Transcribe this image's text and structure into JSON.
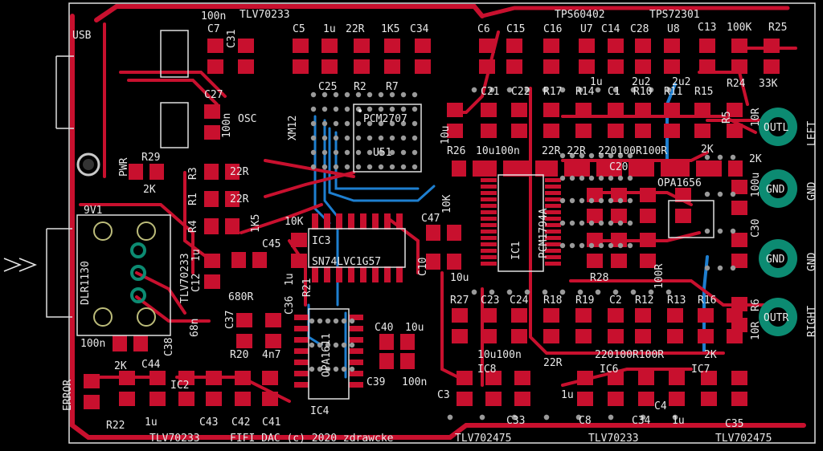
{
  "board": {
    "background": "#000000",
    "copper_top": "#c8102e",
    "copper_bottom": "#1e7fd0",
    "silkscreen": "#e8e8e8",
    "through_hole": "#0c8b72",
    "footer": "FIFI DAC (c) 2020 zdrawcke"
  },
  "labels_top": [
    {
      "id": "l-100n",
      "text": "100n"
    },
    {
      "id": "l-tlv70233-top",
      "text": "TLV70233"
    },
    {
      "id": "l-c7",
      "text": "C7"
    },
    {
      "id": "l-c31",
      "text": "C31"
    },
    {
      "id": "l-c5",
      "text": "C5"
    },
    {
      "id": "l-1u-a",
      "text": "1u"
    },
    {
      "id": "l-22r-a",
      "text": "22R"
    },
    {
      "id": "l-1k5",
      "text": "1K5"
    },
    {
      "id": "l-c34",
      "text": "C34"
    },
    {
      "id": "l-c6",
      "text": "C6"
    },
    {
      "id": "l-c15",
      "text": "C15"
    },
    {
      "id": "l-c16",
      "text": "C16"
    },
    {
      "id": "l-tps60402",
      "text": "TPS60402"
    },
    {
      "id": "l-u7",
      "text": "U7"
    },
    {
      "id": "l-c14",
      "text": "C14"
    },
    {
      "id": "l-c28",
      "text": "C28"
    },
    {
      "id": "l-u8",
      "text": "U8"
    },
    {
      "id": "l-tps72301",
      "text": "TPS72301"
    },
    {
      "id": "l-c13",
      "text": "C13"
    },
    {
      "id": "l-100k",
      "text": "100K"
    },
    {
      "id": "l-r25",
      "text": "R25"
    }
  ],
  "labels_mid": [
    {
      "id": "l-usb",
      "text": "USB"
    },
    {
      "id": "l-pwr",
      "text": "PWR"
    },
    {
      "id": "l-r29",
      "text": "R29"
    },
    {
      "id": "l-2k-a",
      "text": "2K"
    },
    {
      "id": "l-c27",
      "text": "C27"
    },
    {
      "id": "l-100n-b",
      "text": "100n"
    },
    {
      "id": "l-c25",
      "text": "C25"
    },
    {
      "id": "l-r2",
      "text": "R2"
    },
    {
      "id": "l-r7",
      "text": "R7"
    },
    {
      "id": "l-pcm2707",
      "text": "PCM2707"
    },
    {
      "id": "l-u51",
      "text": "U51"
    },
    {
      "id": "l-osc",
      "text": "OSC"
    },
    {
      "id": "l-xm12",
      "text": "XM12"
    },
    {
      "id": "l-c21",
      "text": "C21"
    },
    {
      "id": "l-c22",
      "text": "C22"
    },
    {
      "id": "l-r17",
      "text": "R17"
    },
    {
      "id": "l-r14",
      "text": "R14"
    },
    {
      "id": "l-c1",
      "text": "C1"
    },
    {
      "id": "l-r10",
      "text": "R10"
    },
    {
      "id": "l-r11",
      "text": "R11"
    },
    {
      "id": "l-r15",
      "text": "R15"
    },
    {
      "id": "l-2u2-a",
      "text": "2u2"
    },
    {
      "id": "l-2u2-b",
      "text": "2u2"
    },
    {
      "id": "l-r24",
      "text": "R24"
    },
    {
      "id": "l-33k",
      "text": "33K"
    },
    {
      "id": "l-1u-b",
      "text": "1u"
    },
    {
      "id": "l-10u-a",
      "text": "10u"
    },
    {
      "id": "l-r26",
      "text": "R26"
    },
    {
      "id": "l-10u100n",
      "text": "10u100n"
    },
    {
      "id": "l-22r22r",
      "text": "22R 22R"
    },
    {
      "id": "l-220",
      "text": "220100R100R"
    },
    {
      "id": "l-2k-b",
      "text": "2K"
    },
    {
      "id": "l-10r-a",
      "text": "10R"
    },
    {
      "id": "l-r5",
      "text": "R5"
    },
    {
      "id": "l-r3",
      "text": "R3"
    },
    {
      "id": "l-22r-b",
      "text": "22R"
    },
    {
      "id": "l-r1",
      "text": "R1"
    },
    {
      "id": "l-22r-c",
      "text": "22R"
    },
    {
      "id": "l-r4",
      "text": "R4"
    },
    {
      "id": "l-1k5-b",
      "text": "1K5"
    },
    {
      "id": "l-10k",
      "text": "10K"
    },
    {
      "id": "l-c45",
      "text": "C45"
    },
    {
      "id": "l-ic3",
      "text": "IC3"
    },
    {
      "id": "l-sn74",
      "text": "SN74LVC1G57"
    },
    {
      "id": "l-c47",
      "text": "C47"
    },
    {
      "id": "l-10k-b",
      "text": "10K"
    },
    {
      "id": "l-c10",
      "text": "C10"
    },
    {
      "id": "l-pcm1794",
      "text": "PCM1794A"
    },
    {
      "id": "l-ic1",
      "text": "IC1"
    },
    {
      "id": "l-opa1656",
      "text": "OPA1656"
    },
    {
      "id": "l-2k-c",
      "text": "2K"
    },
    {
      "id": "l-c30",
      "text": "C30"
    },
    {
      "id": "l-100u",
      "text": "100u"
    },
    {
      "id": "l-r28",
      "text": "R28"
    },
    {
      "id": "l-r21",
      "text": "R21"
    },
    {
      "id": "l-c20",
      "text": "C20"
    },
    {
      "id": "l-c12",
      "text": "C12"
    },
    {
      "id": "l-10u-b",
      "text": "10u"
    },
    {
      "id": "l-1u-c",
      "text": "1u"
    },
    {
      "id": "l-tlv70233-l",
      "text": "TLV70233"
    },
    {
      "id": "l-dlr1130",
      "text": "DLR1130"
    },
    {
      "id": "l-9v1",
      "text": "9V1"
    },
    {
      "id": "l-680r",
      "text": "680R"
    },
    {
      "id": "l-c36",
      "text": "C36"
    },
    {
      "id": "l-1u-d",
      "text": "1u"
    },
    {
      "id": "l-100r-a",
      "text": "100R"
    }
  ],
  "labels_bottom": [
    {
      "id": "l-c38",
      "text": "C38"
    },
    {
      "id": "l-100n-c",
      "text": "100n"
    },
    {
      "id": "l-68n",
      "text": "68n"
    },
    {
      "id": "l-c37",
      "text": "C37"
    },
    {
      "id": "l-r20",
      "text": "R20"
    },
    {
      "id": "l-4n7",
      "text": "4n7"
    },
    {
      "id": "l-ic4",
      "text": "IC4"
    },
    {
      "id": "l-opa1611",
      "text": "OPA1611"
    },
    {
      "id": "l-c40",
      "text": "C40"
    },
    {
      "id": "l-10u-c",
      "text": "10u"
    },
    {
      "id": "l-c39",
      "text": "C39"
    },
    {
      "id": "l-100n-d",
      "text": "100n"
    },
    {
      "id": "l-r27",
      "text": "R27"
    },
    {
      "id": "l-c23",
      "text": "C23"
    },
    {
      "id": "l-c24",
      "text": "C24"
    },
    {
      "id": "l-r18",
      "text": "R18"
    },
    {
      "id": "l-r19",
      "text": "R19"
    },
    {
      "id": "l-c2",
      "text": "C2"
    },
    {
      "id": "l-r12",
      "text": "R12"
    },
    {
      "id": "l-r13",
      "text": "R13"
    },
    {
      "id": "l-r16",
      "text": "R16"
    },
    {
      "id": "l-10u100n-b",
      "text": "10u100n"
    },
    {
      "id": "l-22r-d",
      "text": "22R"
    },
    {
      "id": "l-220b",
      "text": "220100R100R"
    },
    {
      "id": "l-2k-d",
      "text": "2K"
    },
    {
      "id": "l-r6",
      "text": "R6"
    },
    {
      "id": "l-10r-b",
      "text": "10R"
    },
    {
      "id": "l-ic8",
      "text": "IC8"
    },
    {
      "id": "l-ic6",
      "text": "IC6"
    },
    {
      "id": "l-ic7",
      "text": "IC7"
    },
    {
      "id": "l-c3",
      "text": "C3"
    },
    {
      "id": "l-c33",
      "text": "C33"
    },
    {
      "id": "l-1u-e",
      "text": "1u"
    },
    {
      "id": "l-c8",
      "text": "C8"
    },
    {
      "id": "l-c34b",
      "text": "C34"
    },
    {
      "id": "l-c4",
      "text": "C4"
    },
    {
      "id": "l-1u-f",
      "text": "1u"
    },
    {
      "id": "l-c35",
      "text": "C35"
    },
    {
      "id": "l-2k-e",
      "text": "2K"
    },
    {
      "id": "l-c44",
      "text": "C44"
    },
    {
      "id": "l-ic2",
      "text": "IC2"
    },
    {
      "id": "l-r22",
      "text": "R22"
    },
    {
      "id": "l-1u-g",
      "text": "1u"
    },
    {
      "id": "l-c43",
      "text": "C43"
    },
    {
      "id": "l-c42",
      "text": "C42"
    },
    {
      "id": "l-c41",
      "text": "C41"
    },
    {
      "id": "l-error",
      "text": "ERROR"
    },
    {
      "id": "l-tlv70233-b1",
      "text": "TLV70233"
    },
    {
      "id": "l-tlv702475-a",
      "text": "TLV702475"
    },
    {
      "id": "l-tlv70233-b2",
      "text": "TLV70233"
    },
    {
      "id": "l-tlv702475-b",
      "text": "TLV702475"
    }
  ],
  "connectors": [
    {
      "id": "outl",
      "text": "OUTL",
      "side": "LEFT"
    },
    {
      "id": "gnd1",
      "text": "GND",
      "side": "GND"
    },
    {
      "id": "gnd2",
      "text": "GND",
      "side": "GND"
    },
    {
      "id": "outr",
      "text": "OUTR",
      "side": "RIGHT"
    }
  ]
}
